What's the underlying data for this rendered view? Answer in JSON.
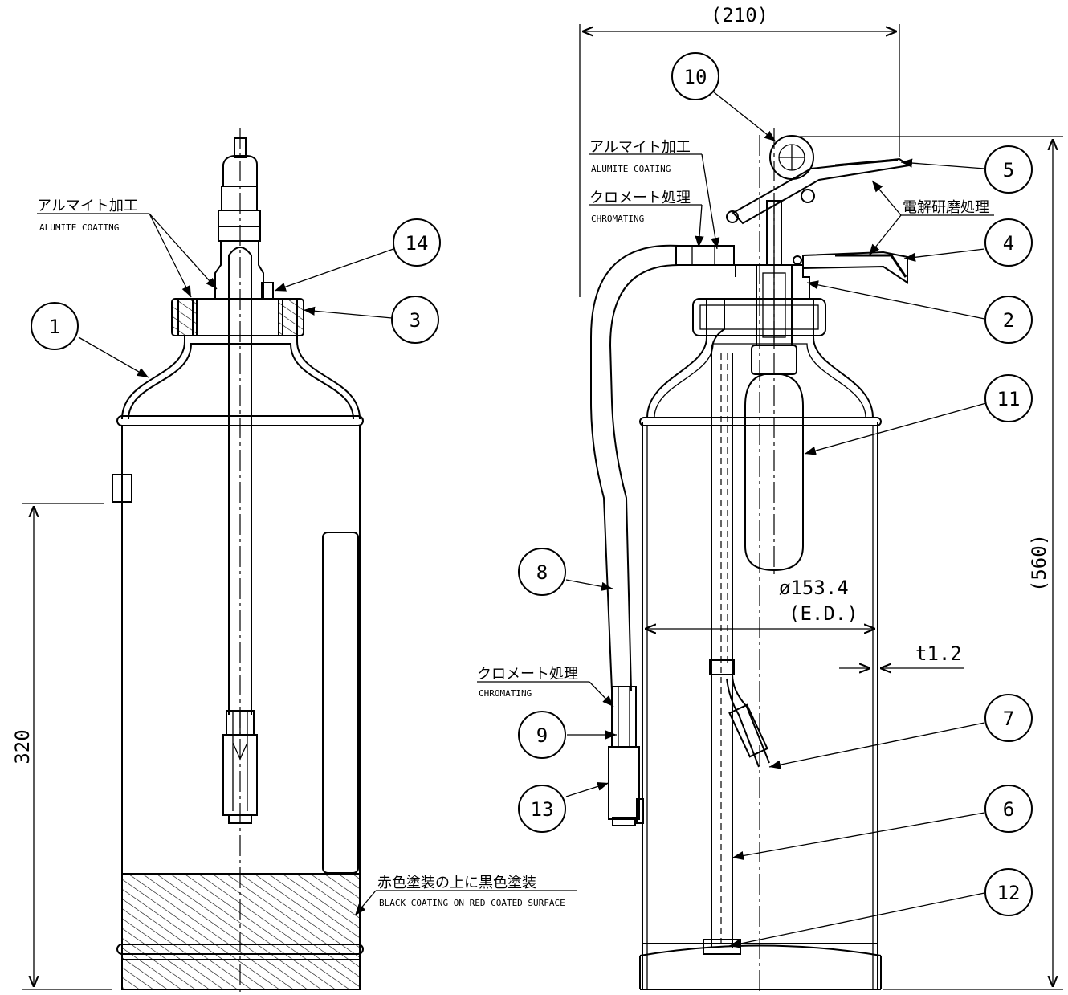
{
  "notes": {
    "alumite_left": {
      "ja": "アルマイト加工",
      "en": "ALUMITE COATING"
    },
    "alumite_right": {
      "ja": "アルマイト加工",
      "en": "ALUMITE COATING"
    },
    "chromate_top": {
      "ja": "クロメート処理",
      "en": "CHROMATING"
    },
    "chromate_bottom": {
      "ja": "クロメート処理",
      "en": "CHROMATING"
    },
    "electro_polish": {
      "ja": "電解研磨処理"
    },
    "black_coat": {
      "ja": "赤色塗装の上に黒色塗装",
      "en": "BLACK COATING ON RED COATED SURFACE"
    }
  },
  "dimensions": {
    "width": "(210)",
    "height": "(560)",
    "height_320": "320",
    "diameter": "ø153.4",
    "diameter_note": "(E.D.)",
    "thickness": "t1.2"
  },
  "balloons": [
    "1",
    "2",
    "3",
    "4",
    "5",
    "6",
    "7",
    "8",
    "9",
    "10",
    "11",
    "12",
    "13",
    "14"
  ]
}
